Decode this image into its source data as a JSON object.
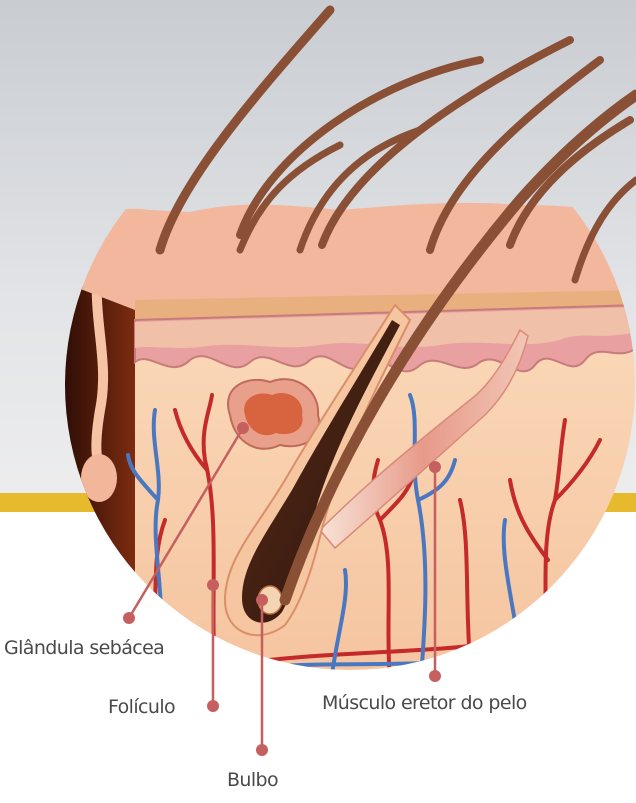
{
  "labels": {
    "glandula_sebacea": "Glândula sebácea",
    "foliculo": "Folículo",
    "musculo_eretor": "Músculo eretor do pelo",
    "bulbo": "Bulbo"
  },
  "colors": {
    "background_gray": "#dadcdf",
    "accent_yellow": "#e7b92d",
    "skin_top": "#f2b59b",
    "epidermis": "#f6c3a5",
    "dermis": "#f8d2b0",
    "hair": "#8a5036",
    "leader_line": "#c65f5f",
    "artery": "#c42a2a",
    "vein": "#4a78c0",
    "label_text": "#4a4a4a"
  },
  "icons": {
    "hair_strand": "hair-strand-icon",
    "leader_dot": "leader-dot-icon"
  }
}
